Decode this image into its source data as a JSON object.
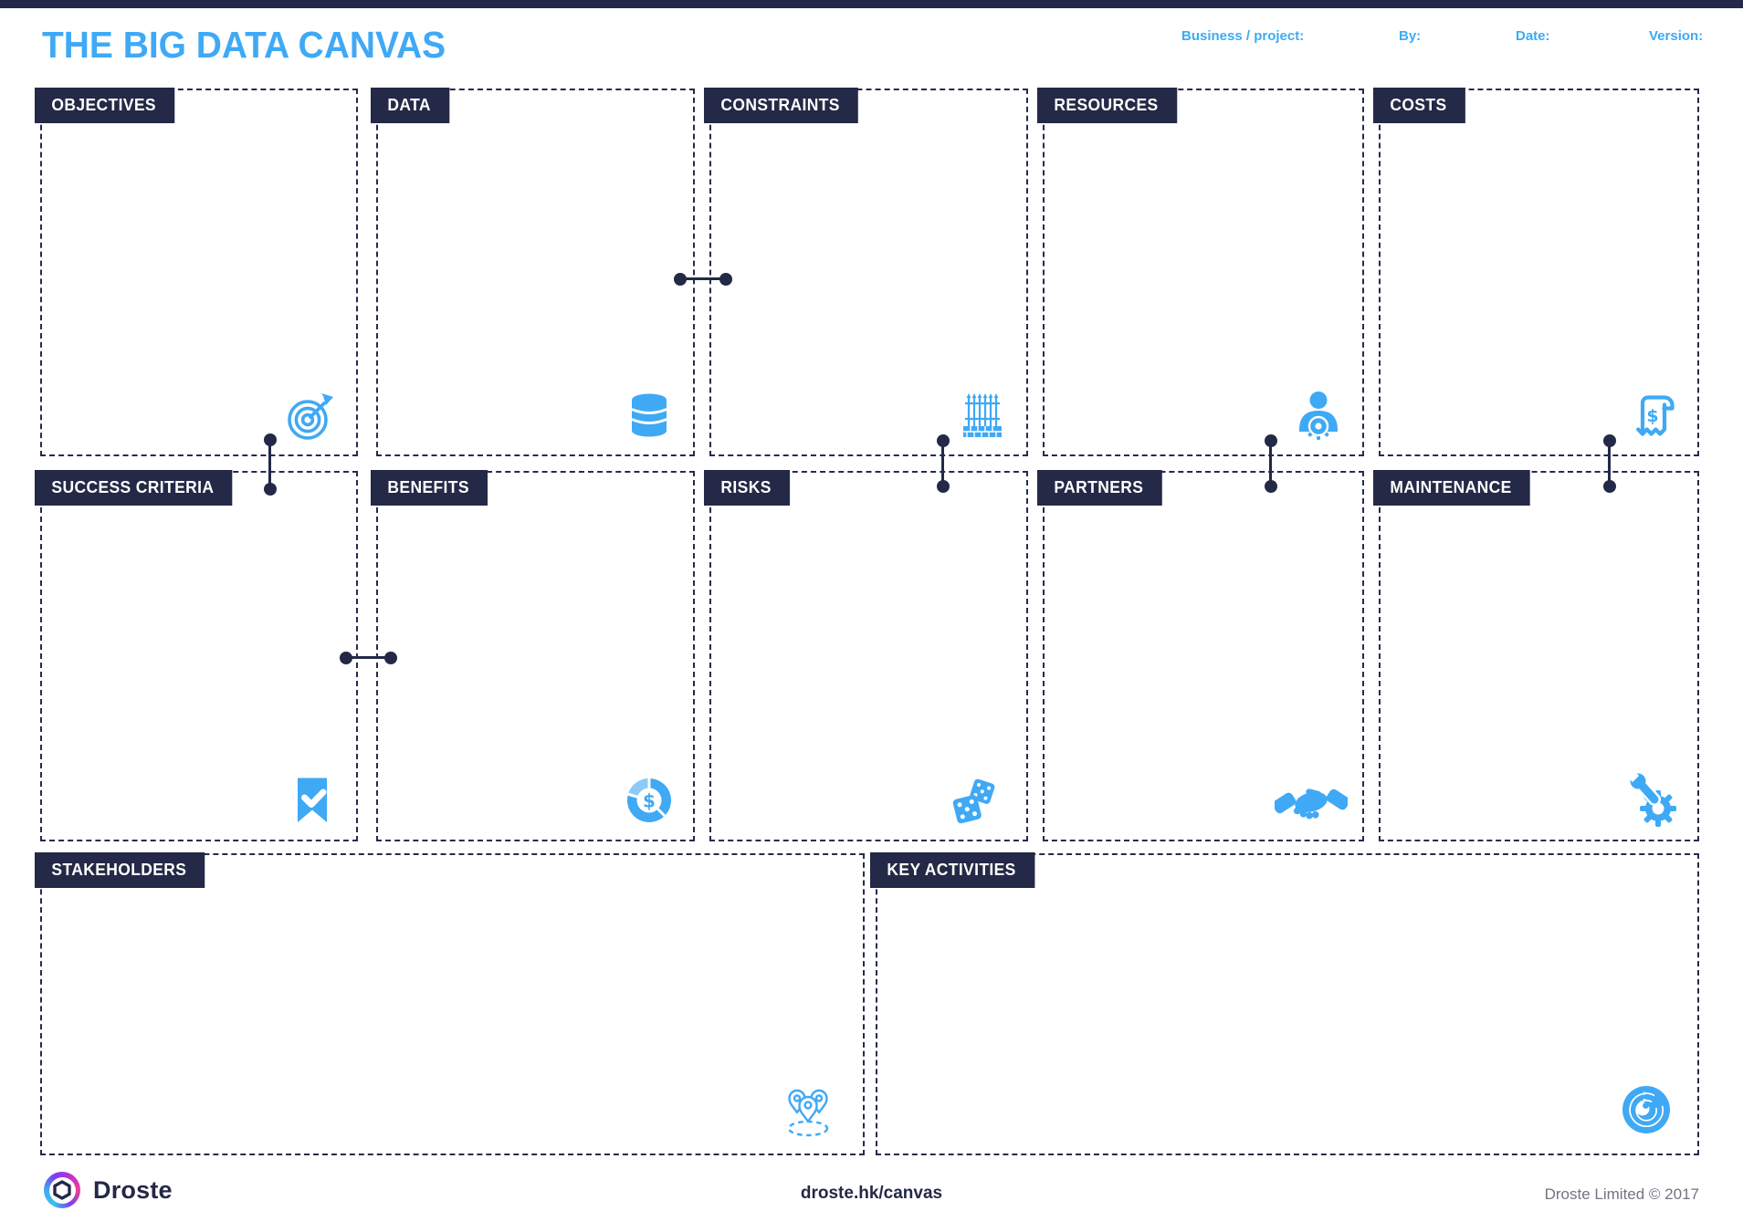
{
  "page": {
    "title": "THE BIG DATA CANVAS",
    "colors": {
      "accent_blue": "#3FA9F5",
      "navy": "#232946",
      "footer_gray": "#70757F"
    }
  },
  "header_fields": {
    "business_project": "Business / project:",
    "by": "By:",
    "date": "Date:",
    "version": "Version:"
  },
  "sections": {
    "objectives": {
      "label": "OBJECTIVES",
      "icon": "target-icon"
    },
    "data": {
      "label": "DATA",
      "icon": "database-icon"
    },
    "constraints": {
      "label": "CONSTRAINTS",
      "icon": "fence-icon"
    },
    "resources": {
      "label": "RESOURCES",
      "icon": "person-gear-icon"
    },
    "costs": {
      "label": "COSTS",
      "icon": "receipt-dollar-icon"
    },
    "success_criteria": {
      "label": "SUCCESS CRITERIA",
      "icon": "bookmark-check-icon"
    },
    "benefits": {
      "label": "BENEFITS",
      "icon": "pie-dollar-icon"
    },
    "risks": {
      "label": "RISKS",
      "icon": "dice-icon"
    },
    "partners": {
      "label": "PARTNERS",
      "icon": "handshake-icon"
    },
    "maintenance": {
      "label": "MAINTENANCE",
      "icon": "wrench-gear-icon"
    },
    "stakeholders": {
      "label": "STAKEHOLDERS",
      "icon": "people-group-icon"
    },
    "key_activities": {
      "label": "KEY ACTIVITIES",
      "icon": "cycle-icon"
    }
  },
  "icon_glyphs": {
    "dollar": "$"
  },
  "footer": {
    "brand": "Droste",
    "url": "droste.hk/canvas",
    "copyright": "Droste Limited © 2017"
  }
}
